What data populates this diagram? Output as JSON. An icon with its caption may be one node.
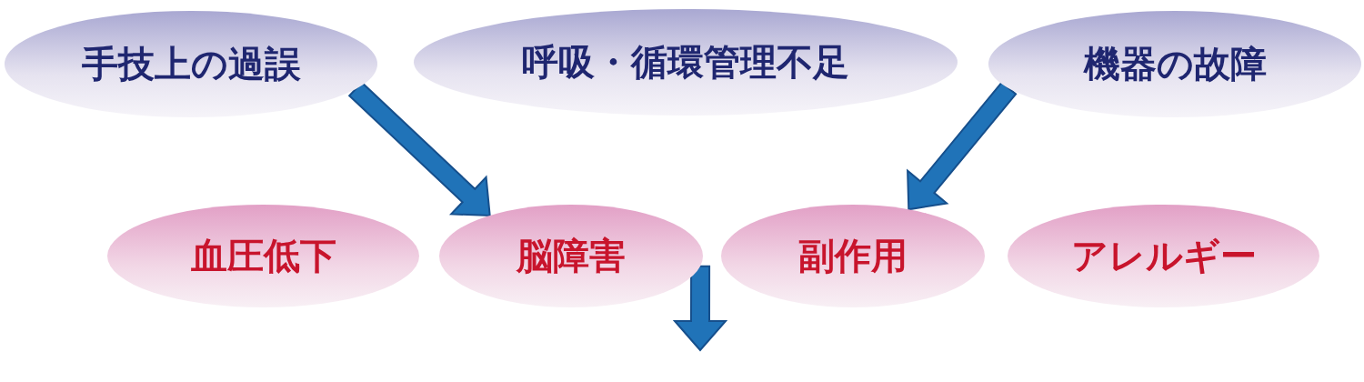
{
  "diagram": {
    "nodes": [
      {
        "text": [
          "手技上の過誤"
        ]
      },
      {
        "text": [
          "呼吸・循環管理不足"
        ]
      },
      {
        "text": [
          "機器の故障"
        ]
      },
      {
        "text": [
          "血圧低下"
        ]
      },
      {
        "text": [
          "脳障害"
        ]
      },
      {
        "text": [
          "副作用"
        ]
      },
      {
        "text": [
          "アレルギー"
        ]
      }
    ],
    "edges": [
      {
        "from": 0,
        "to": 4,
        "arrow": "to"
      },
      {
        "from": 2,
        "to": 5,
        "arrow": "to"
      },
      {
        "from": 4,
        "to": null,
        "arrow": "to"
      }
    ]
  }
}
